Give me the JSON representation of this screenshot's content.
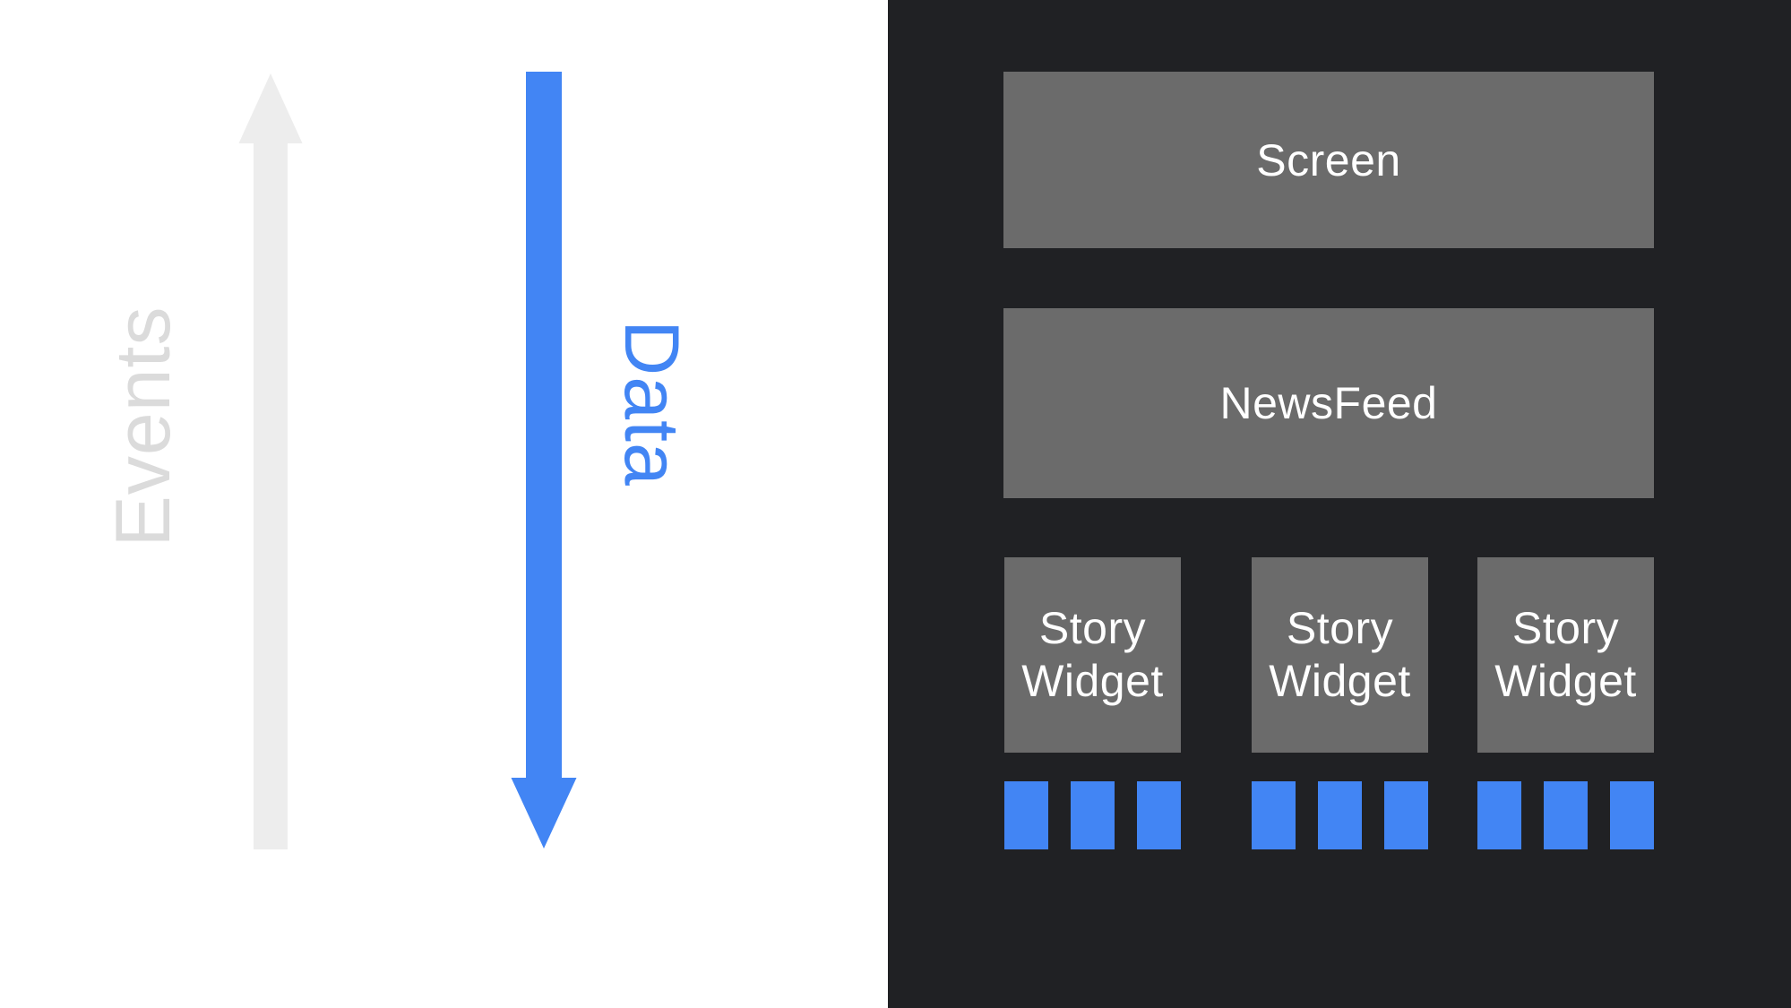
{
  "colors": {
    "left_bg": "#FFFFFF",
    "events_arrow": "#EDEDED",
    "events_text": "#DBDBDB",
    "data_blue": "#4285F4",
    "panel_bg": "#202124",
    "box_gray": "#6B6B6B",
    "box_text": "#FFFFFF"
  },
  "left": {
    "events_label": "Events",
    "data_label": "Data"
  },
  "right": {
    "screen_label": "Screen",
    "newsfeed_label": "NewsFeed",
    "widgets": [
      {
        "label": "Story Widget",
        "squares": 3
      },
      {
        "label": "Story Widget",
        "squares": 3
      },
      {
        "label": "Story Widget",
        "squares": 3
      }
    ]
  }
}
